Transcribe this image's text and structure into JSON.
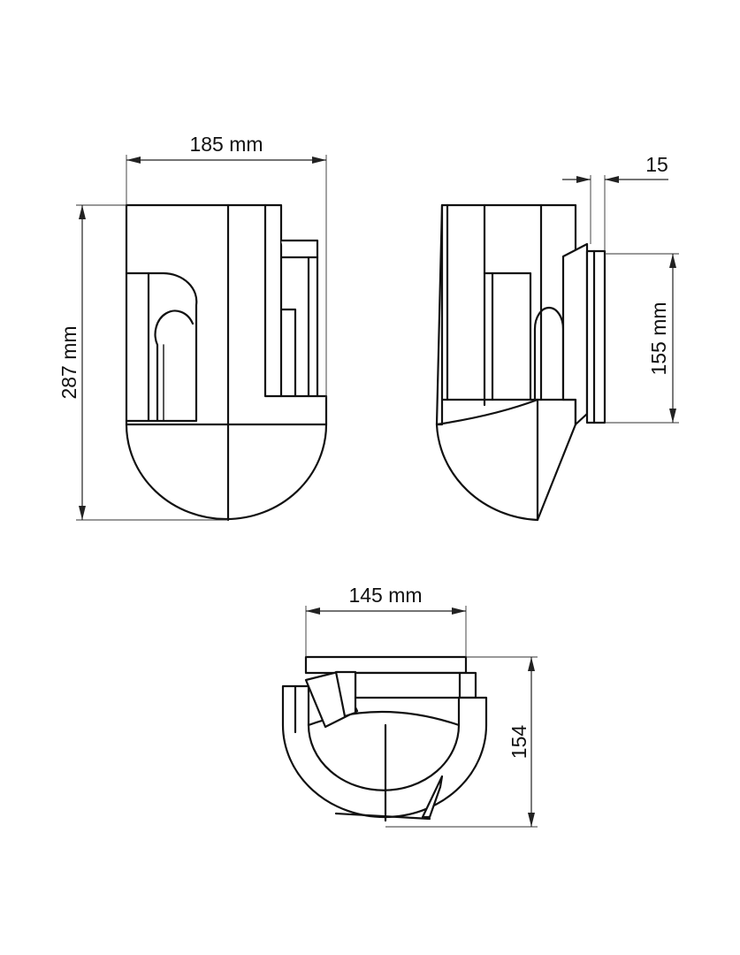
{
  "dimensions": {
    "front_width": "185 mm",
    "front_height": "287 mm",
    "side_depth": "15",
    "side_plate_height": "155 mm",
    "top_width": "145 mm",
    "top_depth": "154"
  }
}
